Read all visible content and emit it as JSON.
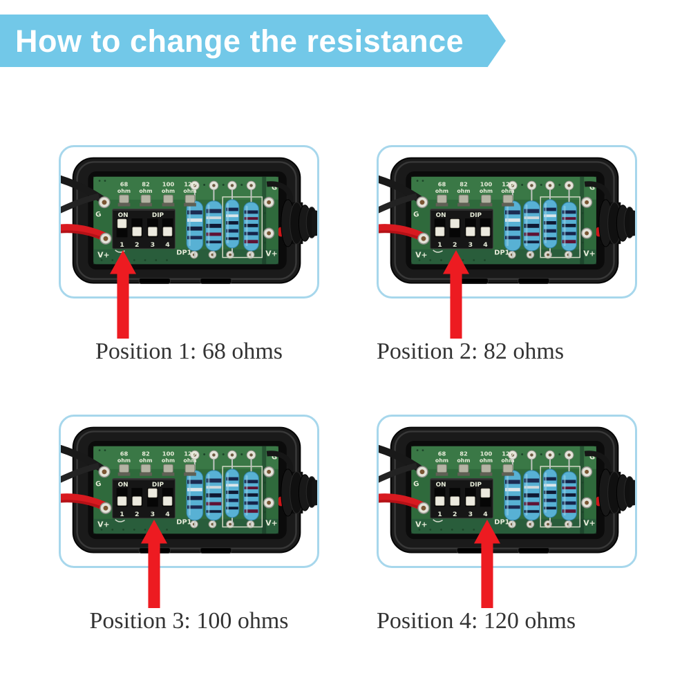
{
  "title": {
    "text": "How to change the resistance"
  },
  "board": {
    "resistor_columns": [
      {
        "value": "68",
        "unit": "ohm"
      },
      {
        "value": "82",
        "unit": "ohm"
      },
      {
        "value": "100",
        "unit": "ohm"
      },
      {
        "value": "120",
        "unit": "ohm"
      }
    ],
    "dip_switch": {
      "on_label": "ON",
      "dip_label": "DIP",
      "positions": [
        "1",
        "2",
        "3",
        "4"
      ],
      "designator": "DP1"
    },
    "labels": {
      "ground_left": "G",
      "ground_right": "G",
      "power_left": "V+",
      "power_right": "V+"
    }
  },
  "panels": [
    {
      "name": "position-1",
      "on_switch": "1",
      "caption": "Position 1: 68 ohms"
    },
    {
      "name": "position-2",
      "on_switch": "2",
      "caption": "Position 2: 82 ohms"
    },
    {
      "name": "position-3",
      "on_switch": "3",
      "caption": "Position 3: 100 ohms"
    },
    {
      "name": "position-4",
      "on_switch": "4",
      "caption": "Position 4: 120 ohms"
    }
  ],
  "colors": {
    "banner_blue": "#72c8e8",
    "panel_border": "#a7d7ec",
    "arrow_red": "#ed1b21",
    "pcb_green": "#2f6a3c",
    "resistor_blue": "#58b1d4",
    "caption_text": "#333333"
  }
}
